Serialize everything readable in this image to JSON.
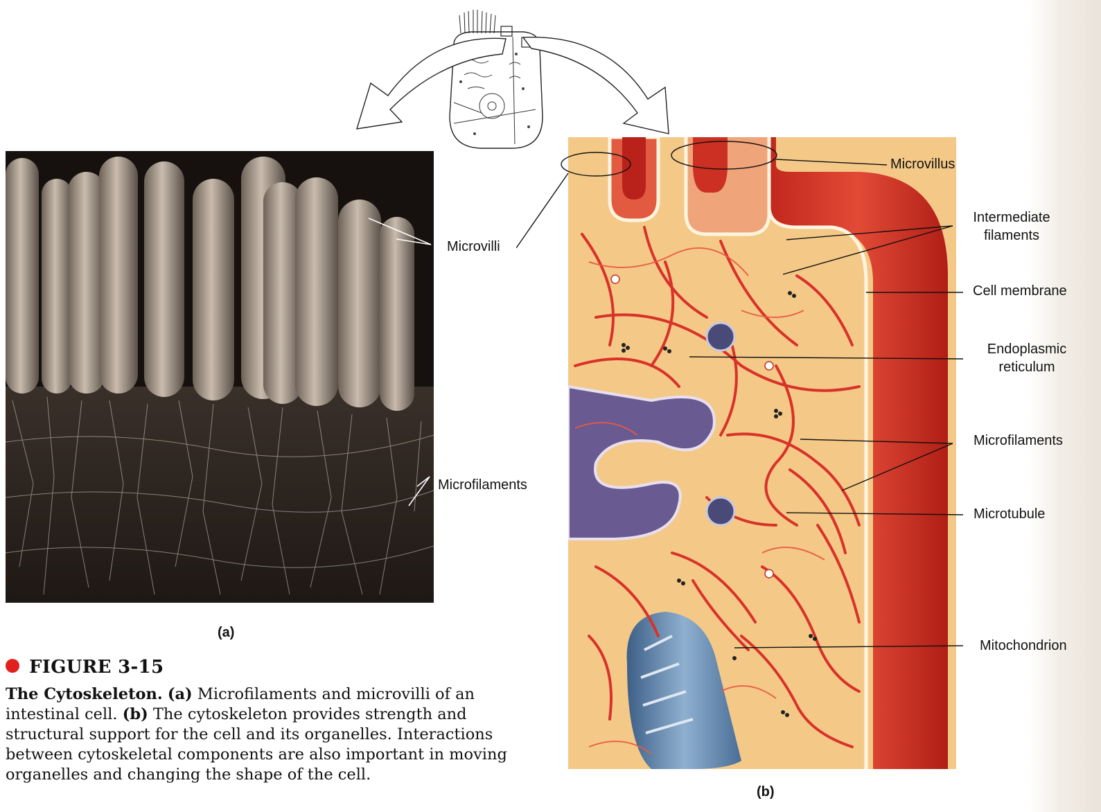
{
  "figure": {
    "number": "FIGURE 3-15",
    "caption_title": "The Cytoskeleton.",
    "caption_a_tag": "(a)",
    "caption_a_text": "Microfilaments and microvilli of an intestinal cell.",
    "caption_b_tag": "(b)",
    "caption_b_text": "The cytoskeleton provides strength and structural support for the cell and its organelles. Interactions between cytoskeletal components are also important in moving organelles and changing the shape of the cell."
  },
  "panel_a": {
    "tag": "(a)",
    "labels": {
      "microvilli": "Microvilli",
      "microfilaments": "Microfilaments"
    }
  },
  "panel_b": {
    "tag": "(b)",
    "labels": {
      "microvillus": "Microvillus",
      "intermediate_1": "Intermediate",
      "intermediate_2": "filaments",
      "cell_membrane": "Cell membrane",
      "er_1": "Endoplasmic",
      "er_2": "reticulum",
      "microfilaments": "Microfilaments",
      "microtubule": "Microtubule",
      "mitochondrion": "Mitochondrion"
    }
  },
  "colors": {
    "figure_dot": "#e0211e",
    "membrane": "#d83a2c",
    "cytoplasm": "#f2c27a",
    "filament": "#d8322a",
    "er": "#6a5a92",
    "mitochondrion": "#5a7fa8"
  }
}
